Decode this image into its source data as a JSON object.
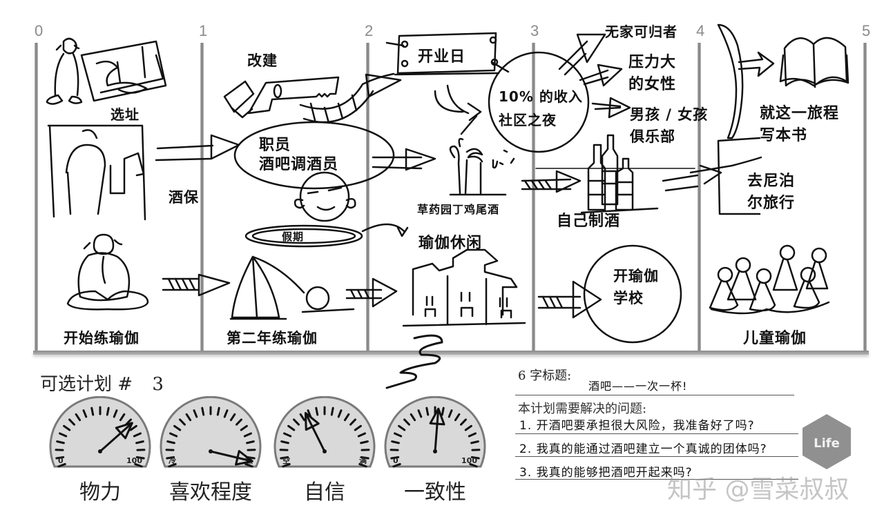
{
  "timeline": {
    "ticks": [
      "0",
      "1",
      "2",
      "3",
      "4",
      "5"
    ]
  },
  "labels": {
    "site_selection": "选址",
    "bartender": "酒保",
    "renovation": "改建",
    "staff_line1": "职员",
    "staff_line2": "酒吧调酒员",
    "vacation": "假期",
    "opening_day": "开业日",
    "herb_garden_cocktail": "草药园丁鸡尾酒",
    "yoga_leisure": "瑜伽休闲",
    "income_line1": "10% 的收入",
    "income_line2": "社区之夜",
    "homeless": "无家可归者",
    "stressed_women_line1": "压力大",
    "stressed_women_line2": "的女性",
    "club_line1": "男孩 / 女孩",
    "club_line2": "俱乐部",
    "homebrew": "自己制酒",
    "yoga_school_line1": "开瑜伽",
    "yoga_school_line2": "学校",
    "book_line1": "就这一旅程",
    "book_line2": "写本书",
    "nepal_line1": "去尼泊",
    "nepal_line2": "尔旅行",
    "start_yoga": "开始练瑜伽",
    "second_year_yoga": "第二年练瑜伽",
    "kids_yoga": "儿童瑜伽"
  },
  "plan": {
    "title": "可选计划 #",
    "number": "3"
  },
  "gauges": [
    {
      "label": "物力",
      "min_label": "0",
      "max_label": "100",
      "value": 0.72
    },
    {
      "label": "喜欢程度",
      "min_label": "冷",
      "max_label": "热",
      "value": 0.97
    },
    {
      "label": "自信",
      "min_label": "空",
      "max_label": "满",
      "value": 0.38
    },
    {
      "label": "一致性",
      "min_label": "0",
      "max_label": "100",
      "value": 0.52
    }
  ],
  "headline": {
    "label": "6 字标题:",
    "value": "酒吧——一次一杯!"
  },
  "questions": {
    "heading": "本计划需要解决的问题:",
    "items": [
      "1. 开酒吧要承担很大风险，我准备好了吗?",
      "2. 我真的能通过酒吧建立一个真诚的团体吗?",
      "3. 我真的能够把酒吧开起来吗?"
    ]
  },
  "watermark": {
    "text": "知乎 @雪菜叔叔",
    "logo_text": "Life"
  }
}
